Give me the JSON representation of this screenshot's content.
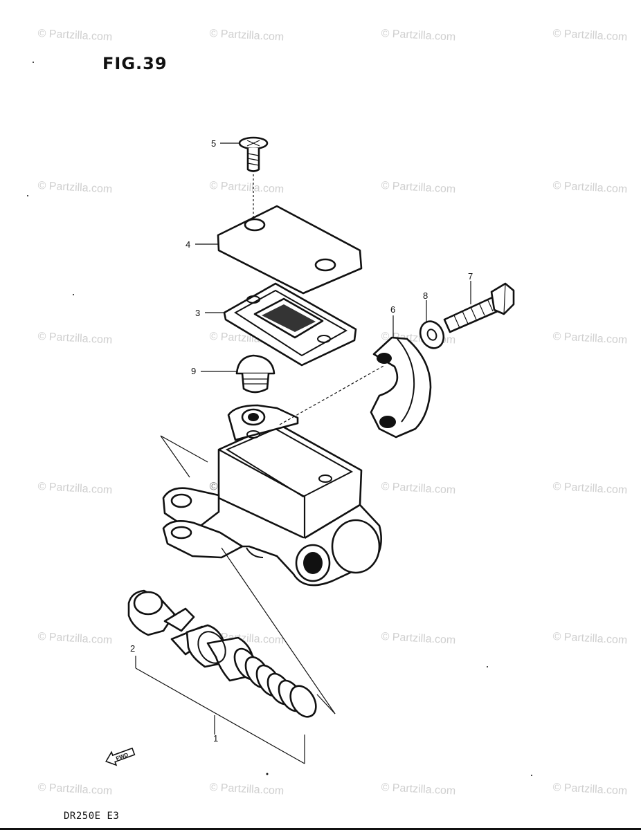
{
  "figure": {
    "title": "FIG.39",
    "model_code": "DR250E E3"
  },
  "watermark": {
    "text": "© Partzilla.com"
  },
  "callouts": [
    "1",
    "2",
    "3",
    "4",
    "5",
    "6",
    "7",
    "8",
    "9"
  ],
  "direction_arrow": {
    "label": "FWD"
  },
  "colors": {
    "line": "#111111",
    "watermark": "#cfcfcf",
    "background": "#ffffff"
  }
}
